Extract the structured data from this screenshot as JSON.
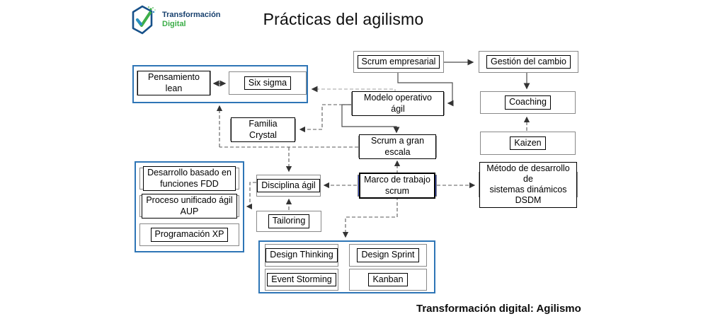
{
  "header": {
    "logo": {
      "line1": "Transformación",
      "line2": "Digital"
    },
    "title": "Prácticas del agilismo"
  },
  "nodes": {
    "scrum_empresarial": "Scrum empresarial",
    "gestion_cambio": "Gestión del cambio",
    "pensamiento_lean": "Pensamiento lean",
    "six_sigma": "Six sigma",
    "modelo_operativo": "Modelo operativo ágil",
    "coaching": "Coaching",
    "kaizen": "Kaizen",
    "familia_crystal": "Familia Crystal",
    "scrum_gran_escala": "Scrum a gran escala",
    "fdd": "Desarrollo basado en\nfunciones FDD",
    "aup": "Proceso unificado ágil\nAUP",
    "xp": "Programación XP",
    "disciplina_agil": "Disciplina ágil",
    "marco_scrum": "Marco de trabajo\nscrum",
    "dsdm": "Método de desarrollo de\nsistemas dinámicos DSDM",
    "tailoring": "Tailoring",
    "design_thinking": "Design Thinking",
    "design_sprint": "Design Sprint",
    "event_storming": "Event Storming",
    "kanban": "Kanban"
  },
  "footer": {
    "caption": "Transformación digital: Agilismo"
  },
  "colors": {
    "container_border": "#2e75b6",
    "highlight_node_fill": "#3d50c3",
    "box_border": "#898989",
    "line": "#4d4d4d",
    "light_dashed_line": "#b3b3b3",
    "logo_blue": "#17406e",
    "logo_green": "#3dae49"
  }
}
